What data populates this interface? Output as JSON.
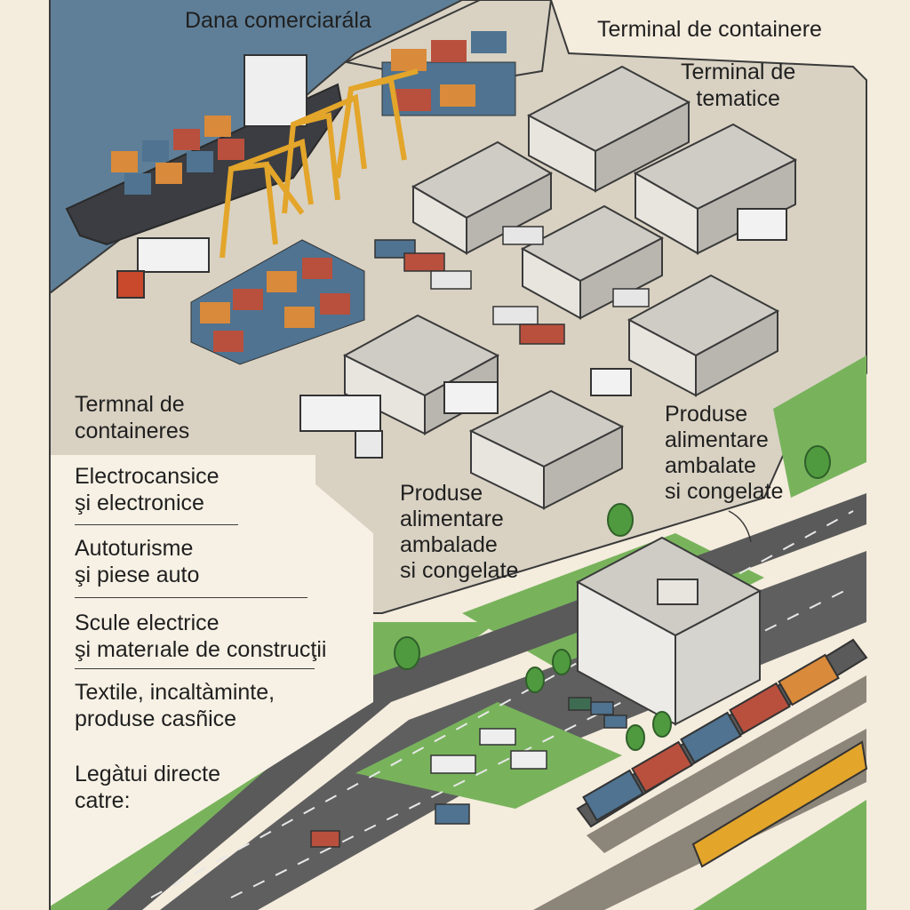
{
  "labels": {
    "dana": "Dana comerciarála",
    "terminal_top": "Terminal de containere",
    "terminal_tematice": "Terminal de\ntematice",
    "terminal_containeres": "Termnal de\ncontaineres",
    "produse_right": "Produse\nalimentare\nambalate\nsi congelate",
    "produse_center": "Produse\nalimentare\nambalade\nsi congelate"
  },
  "legend": {
    "items": [
      "Electrocansice\nşi electronice",
      "Autoturisme\nşi piese auto",
      "Scule electrice\nşi materıale de construcţii",
      "Textile, incaltàminte,\nproduse casñice",
      "Legàtui directe\ncatre:"
    ]
  },
  "colors": {
    "sea": "#5f7f98",
    "land": "#d9d2c3",
    "paper": "#f4ecdd",
    "grass": "#78b35c",
    "road": "#5a5a5a",
    "crane": "#e3a52a",
    "container_blue": "#4f7390",
    "container_orange": "#d98a3a",
    "container_red": "#b9503e"
  },
  "icons": [
    "ship-icon",
    "crane-icon",
    "warehouse-icon",
    "truck-icon",
    "car-icon",
    "train-icon",
    "tree-icon",
    "office-building-icon"
  ]
}
